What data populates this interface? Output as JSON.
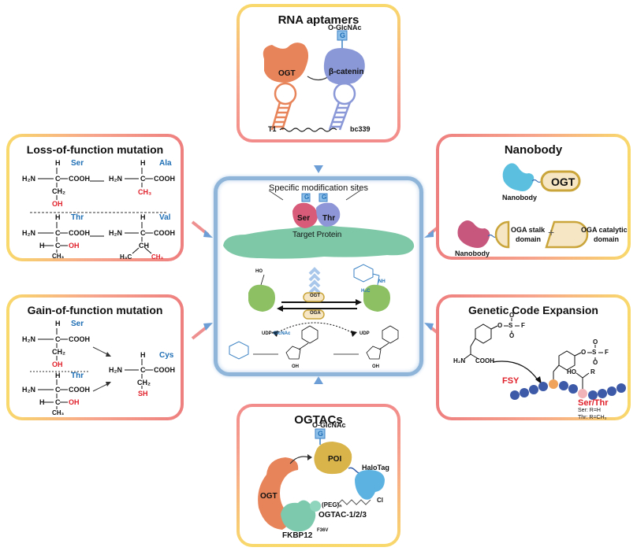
{
  "panels": {
    "rna": {
      "title": "RNA aptamers",
      "o_glcnac": "O-GlcNAc",
      "g": "G",
      "ogt": "OGT",
      "beta_catenin": "β-catenin",
      "t1": "T1",
      "bc339": "bc339"
    },
    "loss": {
      "title": "Loss-of-function mutation",
      "ser": "Ser",
      "ala": "Ala",
      "thr": "Thr",
      "val": "Val",
      "h": "H",
      "h2n": "H₂N",
      "c": "C",
      "cooh": "COOH",
      "ch2": "CH₂",
      "oh": "OH",
      "ch3": "CH₃",
      "ch": "CH",
      "h3c": "H₃C",
      "hc": "H"
    },
    "gain": {
      "title": "Gain-of-function mutation",
      "ser": "Ser",
      "thr": "Thr",
      "cys": "Cys",
      "h": "H",
      "h2n": "H₂N",
      "c": "C",
      "cooh": "COOH",
      "ch2": "CH₂",
      "oh": "OH",
      "ch3": "CH₃",
      "sh": "SH"
    },
    "nanobody": {
      "title": "Nanobody",
      "ogt": "OGT",
      "nanobody1": "Nanobody",
      "nanobody2": "Nanobody",
      "oga_stalk": "OGA stalk",
      "domain1": "domain",
      "plus": "+",
      "oga_catalytic": "OGA catalytic",
      "domain2": "domain"
    },
    "gce": {
      "title": "Genetic Code Expansion",
      "o": "O",
      "s": "S",
      "f": "F",
      "h2n": "H₂N",
      "cooh": "COOH",
      "fsy": "FSY",
      "ho": "HO",
      "r": "R",
      "ser_thr": "Ser/Thr",
      "ser_note": "Ser:  R=H",
      "thr_note": "Thr:  R=CH₃"
    },
    "ogtacs": {
      "title": "OGTACs",
      "o_glcnac": "O-GlcNAc",
      "g": "G",
      "poi": "POI",
      "halotag": "HaloTag",
      "ogt": "OGT",
      "peg": "(PEG)ₙ",
      "cl": "Cl",
      "ogtac": "OGTAC-1/2/3",
      "fkbp": "FKBP12",
      "fkbp_sup": "F36V"
    },
    "center": {
      "title": "Specific modification sites",
      "g1": "G",
      "g2": "G",
      "ser": "Ser",
      "thr": "Thr",
      "target": "Target Protein",
      "ho": "HO",
      "ogt": "OGT",
      "oga": "OGA",
      "udp_prefix": "UDP-",
      "udp_glcnac": "GlcNAc",
      "udp": "UDP",
      "oh": "OH",
      "nh": "NH",
      "o": "O",
      "h3c": "H₃C"
    }
  },
  "colors": {
    "ogt_orange": "#e8845a",
    "beta_catenin_blue": "#8a98d8",
    "target_green": "#7ec8a8",
    "ser_pink": "#d95b7a",
    "thr_purple": "#8e96d8",
    "nanobody_cyan": "#5bc0e0",
    "nanobody_magenta": "#c7577d",
    "domain_tan": "#f6e6c4",
    "domain_border": "#c9a53b",
    "poi_gold": "#d8b44a",
    "halotag_blue": "#5cb3e2",
    "fkbp_teal": "#7dc9ad",
    "protein_green": "#8cc063",
    "glcnac_blue": "#3b82c4",
    "red_text": "#e0202a",
    "blue_text": "#1f6fb5"
  }
}
